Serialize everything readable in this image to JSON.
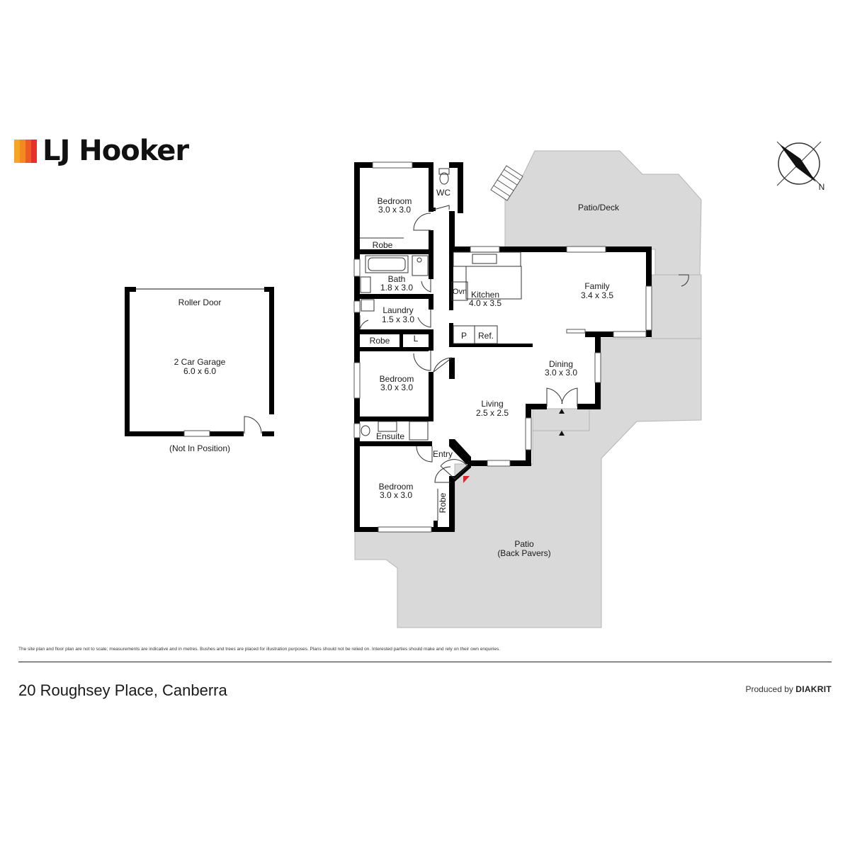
{
  "brand": {
    "name": "LJ Hooker",
    "bar_colors": [
      "#f6a623",
      "#f38a1f",
      "#ee5a24",
      "#e7302a"
    ]
  },
  "compass": {
    "label": "N"
  },
  "garage": {
    "roller_door": "Roller Door",
    "name": "2 Car Garage",
    "size": "6.0 x 6.0",
    "note": "(Not In Position)"
  },
  "rooms": {
    "bed1": {
      "name": "Bedroom",
      "size": "3.0 x 3.0"
    },
    "wc": {
      "name": "WC"
    },
    "robe1": {
      "name": "Robe"
    },
    "bath": {
      "name": "Bath",
      "size": "1.8 x 3.0"
    },
    "laundry": {
      "name": "Laundry",
      "size": "1.5 x 3.0"
    },
    "robe2": {
      "name": "Robe"
    },
    "linen": {
      "name": "L"
    },
    "bed2": {
      "name": "Bedroom",
      "size": "3.0 x 3.0"
    },
    "ensuite": {
      "name": "Ensuite"
    },
    "entry": {
      "name": "Entry"
    },
    "bed3": {
      "name": "Bedroom",
      "size": "3.0 x 3.0"
    },
    "robe3": {
      "name": "Robe"
    },
    "kitchen": {
      "name": "Kitchen",
      "size": "4.0 x 3.5"
    },
    "oven": {
      "name": "Ovn"
    },
    "pantry": {
      "name": "P"
    },
    "fridge": {
      "name": "Ref."
    },
    "family": {
      "name": "Family",
      "size": "3.4 x 3.5"
    },
    "dining": {
      "name": "Dining",
      "size": "3.0 x 3.0"
    },
    "living": {
      "name": "Living",
      "size": "2.5 x 2.5"
    },
    "patio_deck": {
      "name": "Patio/Deck"
    },
    "patio": {
      "name": "Patio",
      "sub": "(Back Pavers)"
    }
  },
  "colors": {
    "wall": "#000000",
    "outdoor": "#d9d9d9",
    "entry_marker": "#e0202a"
  },
  "footer": {
    "disclaimer": "The site plan and floor plan are not to scale; measurements are indicative and in metres. Bushes and trees are placed for illustration purposes. Plans should not be relied on. Interested parties should make and rely on their own enquiries.",
    "address": "20 Roughsey Place, Canberra",
    "produced_by": "Produced by",
    "producer": "DIAKRIT"
  }
}
